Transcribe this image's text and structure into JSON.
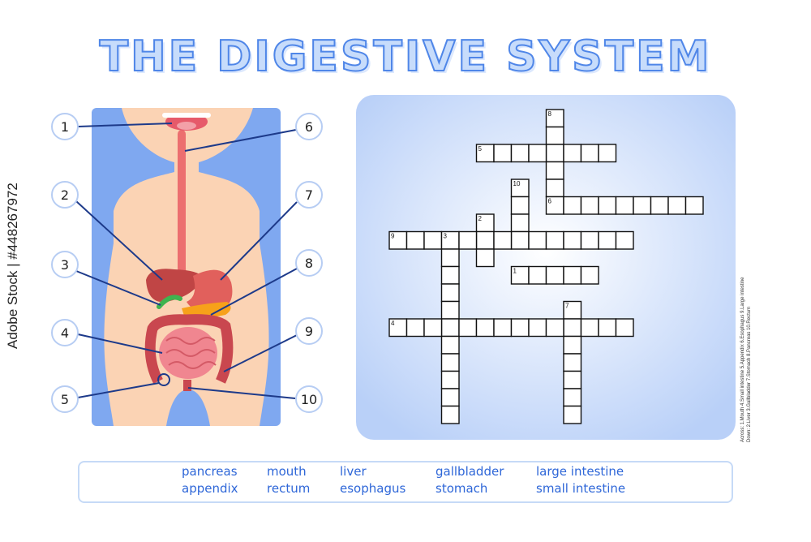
{
  "title": "THE DIGESTIVE SYSTEM",
  "callouts": [
    "1",
    "2",
    "3",
    "4",
    "5",
    "6",
    "7",
    "8",
    "9",
    "10"
  ],
  "crossword": {
    "numbers": [
      "1",
      "2",
      "3",
      "4",
      "5",
      "6",
      "7",
      "8",
      "9",
      "10"
    ],
    "across_hint": "Across: 1.Mouth 4.Small intestine 5.Appendix 6.Esophagus 9.Large intestine",
    "down_hint": "Down: 2.Liver 3.Gallbladder 7.Stomach 8.Pancreas 10.Rectum"
  },
  "word_bank": {
    "row1": [
      "pancreas",
      "mouth",
      "liver",
      "gallbladder",
      "large intestine"
    ],
    "row2": [
      "appendix",
      "rectum",
      "esophagus",
      "stomach",
      "small intestine"
    ]
  },
  "watermark": "Adobe Stock | #448267972",
  "colors": {
    "title_fill": "#c7dcfb",
    "title_stroke": "#4f86e8",
    "body_bg": "#7fa8f0",
    "skin": "#fbd3b4",
    "organ": "#e8707a",
    "word_text": "#2f67d8",
    "callout_line": "#1d3a8a"
  }
}
